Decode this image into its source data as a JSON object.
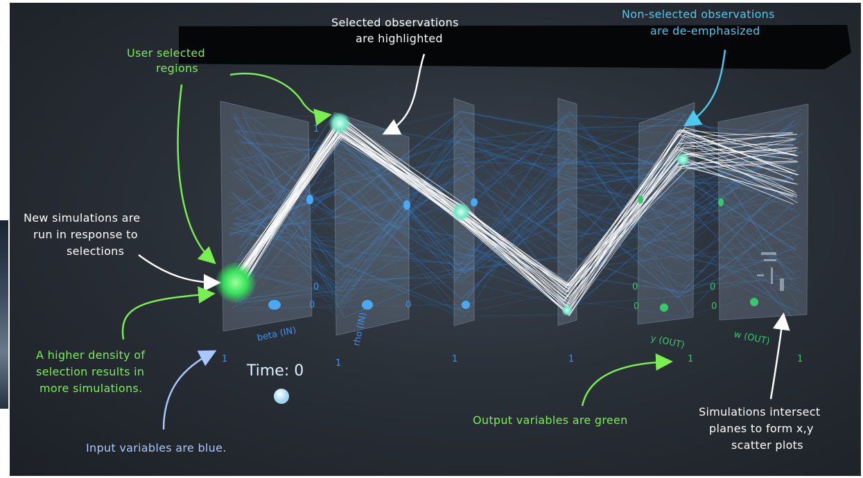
{
  "annotations": {
    "user_selected": [
      "User selected",
      "regions"
    ],
    "selected_obs": [
      "Selected observations",
      "are highlighted"
    ],
    "non_selected": [
      "Non-selected observations",
      "are de-emphasized"
    ],
    "new_sims": [
      "New simulations are",
      "run in response to",
      "selections"
    ],
    "higher_density": [
      "A higher density of",
      "selection results in",
      "more simulations."
    ],
    "input_blue": "Input variables are blue.",
    "output_green": "Output variables are green",
    "intersect": [
      "Simulations intersect",
      "planes to form x,y",
      "scatter plots"
    ]
  },
  "axis_labels": {
    "beta_in": "beta (IN)",
    "rho_in": "rho (IN)",
    "y_out": "y (OUT)",
    "w_out": "w (OUT)",
    "one": "1",
    "zero": "0"
  },
  "time": {
    "label": "Time:",
    "value": "0"
  },
  "colors": {
    "green_annotation": "#79ef52",
    "cyan_annotation": "#4fc8ef",
    "input_blue": "#3f93f0",
    "output_green": "#35c96a",
    "highlight": "#ffffff"
  }
}
